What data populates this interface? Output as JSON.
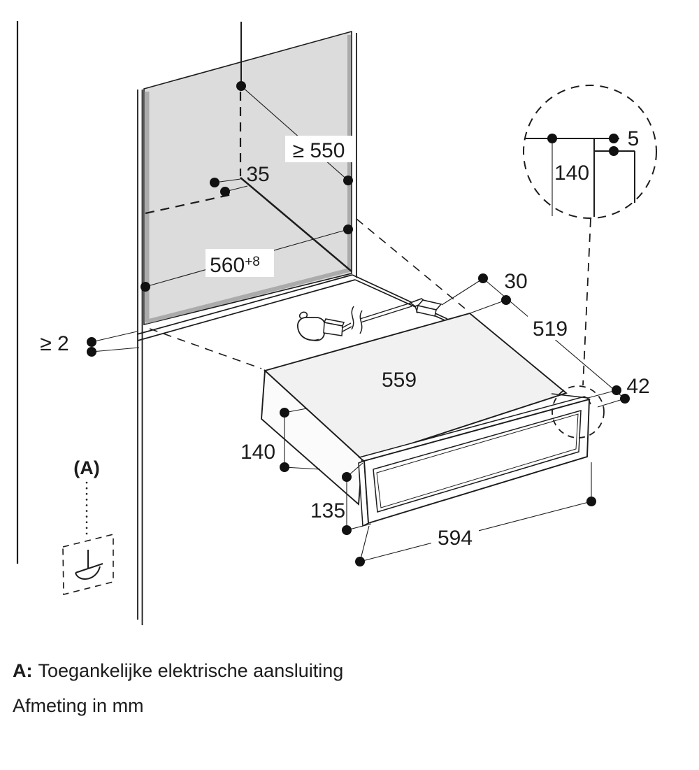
{
  "diagram": {
    "title_hidden": "",
    "dimensions": {
      "niche_depth": "≥ 550",
      "connection_offset": "35",
      "niche_width_value": "560",
      "niche_width_tolerance": "+8",
      "wall_gap": "≥ 2",
      "rear_connection_space": "30",
      "appliance_depth": "519",
      "front_protrusion": "42",
      "appliance_width": "559",
      "appliance_body_height": "140",
      "front_panel_height": "135",
      "front_panel_width": "594"
    },
    "detail_view": {
      "height": "140",
      "top_gap": "5"
    },
    "marker": {
      "label": "(A)"
    },
    "notes": {
      "a_prefix": "A:",
      "a_text": "Toegankelijke elektrische aansluiting",
      "units": "Afmeting in mm"
    },
    "colors": {
      "line": "#1c1c1c",
      "niche_panel": "#dcdcdc",
      "niche_panel_edge": "#ababab",
      "appliance_top_face": "#f1f1f1",
      "background": "#ffffff"
    }
  }
}
